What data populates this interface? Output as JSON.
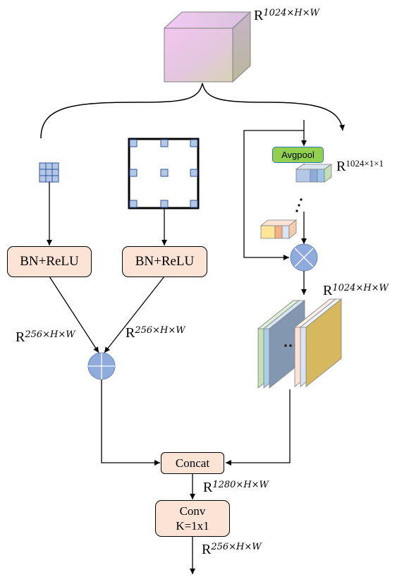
{
  "nodes": {
    "bn_relu_left": "BN+ReLU",
    "bn_relu_right": "BN+ReLU",
    "avgpool": "Avgpool",
    "concat": "Concat",
    "conv_line1": "Conv",
    "conv_line2": "K=1x1"
  },
  "dims": {
    "input": {
      "base": "R",
      "exp": "1024×H×W"
    },
    "pooled": {
      "base": "R",
      "exp": "1024×1×1"
    },
    "attention": {
      "base": "R",
      "exp": "1024×H×W"
    },
    "left_branch": {
      "base": "R",
      "exp": "256×H×W"
    },
    "mid_branch": {
      "base": "R",
      "exp": "256×H×W"
    },
    "concat_out": {
      "base": "R",
      "exp": "1280×H×W"
    },
    "final_out": {
      "base": "R",
      "exp": "256×H×W"
    }
  },
  "colors": {
    "node_fill": "#fbe3d6",
    "avgpool_fill": "#92d050",
    "avgpool_border": "#2e75b6",
    "grid_cell": "#b4c7e7",
    "grid_border": "#2f5597",
    "operator_fill": "#8faadc"
  },
  "icons": {
    "sum_operator": "circle-plus-icon",
    "multiply_operator": "circle-times-icon",
    "standard_conv": "kernel-grid-3x3-icon",
    "dilated_conv": "dilated-kernel-icon",
    "input_tensor": "cube-icon"
  }
}
